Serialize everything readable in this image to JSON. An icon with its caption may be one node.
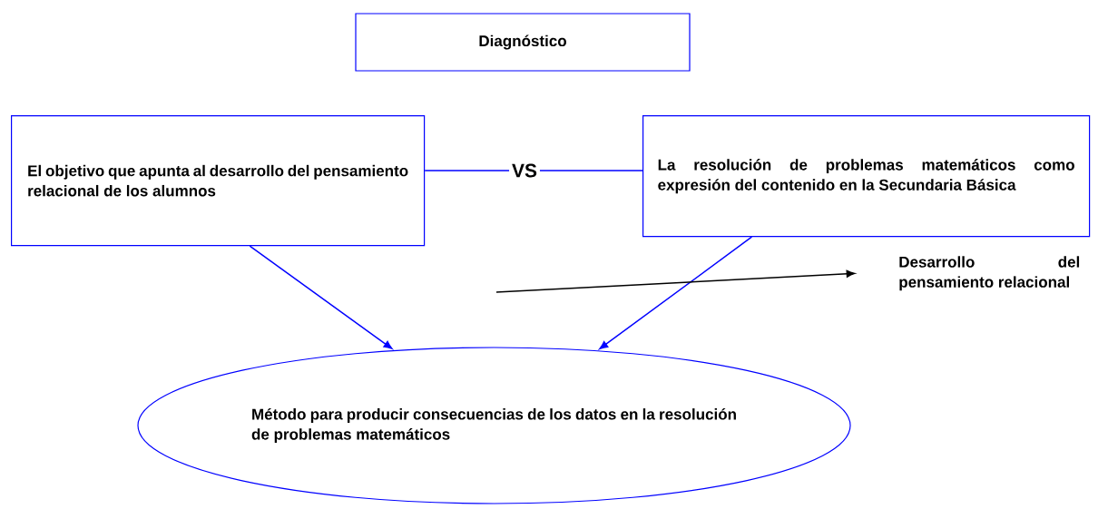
{
  "diagram": {
    "nodes": [
      {
        "text": [
          "Diagnóstico"
        ]
      },
      {
        "text": [
          "El objetivo que apunta al desarrollo del pensamiento relacional de los alumnos"
        ]
      },
      {
        "text": [
          "VS"
        ]
      },
      {
        "text": [
          "La resolución de problemas matemáticos como expresión del contenido en la Secundaria Básica"
        ]
      },
      {
        "text": [
          "Desarrollo del pensamiento relacional"
        ]
      },
      {
        "text": [
          "Método para producir consecuencias de los datos en la resolución de problemas matemáticos"
        ]
      }
    ],
    "edges": [
      {
        "from": 1,
        "to": 2,
        "arrow": "none"
      },
      {
        "from": 2,
        "to": 3,
        "arrow": "none"
      },
      {
        "from": 1,
        "to": 5,
        "arrow": "to"
      },
      {
        "from": 3,
        "to": 5,
        "arrow": "to"
      },
      {
        "from": null,
        "to": 4,
        "arrow": "to",
        "color": "#000000"
      }
    ]
  }
}
